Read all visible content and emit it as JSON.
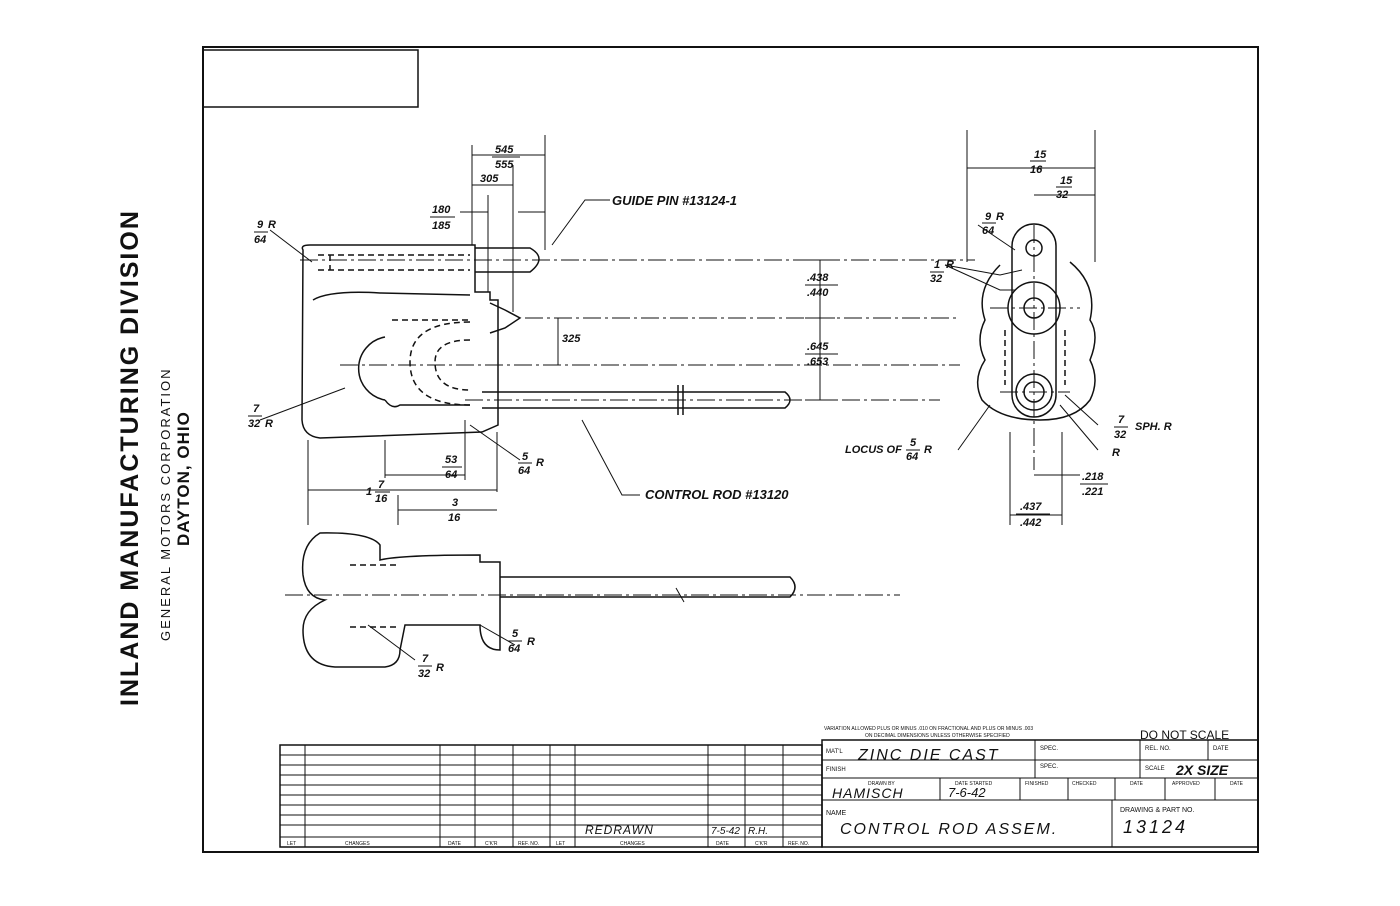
{
  "company": {
    "division": "INLAND MANUFACTURING DIVISION",
    "corporation": "GENERAL MOTORS CORPORATION",
    "city": "DAYTON, OHIO"
  },
  "labels": {
    "guide_pin": "GUIDE PIN #13124-1",
    "control_rod": "CONTROL ROD #13120",
    "locus": "LOCUS OF",
    "sph_r": "SPH. R",
    "r": "R"
  },
  "dimensions": {
    "d545": "545",
    "d555": "555",
    "d305": "305",
    "d180": "180",
    "d185": "185",
    "d9": "9",
    "d64": "64",
    "d7": "7",
    "d32": "32",
    "d5": "5",
    "d53": "53",
    "d1": "1",
    "d16": "16",
    "d3": "3",
    "d325": "325",
    "d438": ".438",
    "d440": ".440",
    "d645": ".645",
    "d653": ".653",
    "d15": "15",
    "d218": ".218",
    "d221": ".221",
    "d437": ".437",
    "d442": ".442",
    "R": "R"
  },
  "title_block": {
    "variation_note_1": "VARIATION ALLOWED PLUS OR MINUS .010 ON FRACTIONAL AND PLUS OR MINUS .003",
    "variation_note_2": "ON DECIMAL DIMENSIONS UNLESS OTHERWISE SPECIFIED",
    "do_not_scale": "DO NOT SCALE",
    "matl_label": "MAT'L",
    "matl_value": "ZINC DIE CAST",
    "spec_label": "SPEC.",
    "rel_no_label": "REL. NO.",
    "date_label": "DATE",
    "finish_label": "FINISH",
    "scale_label": "SCALE",
    "scale_value": "2X SIZE",
    "drawn_by_label": "DRAWN BY",
    "drawn_by_value": "HAMISCH",
    "date_started_label": "DATE STARTED",
    "date_started_value": "7-6-42",
    "finished_label": "FINISHED",
    "checked_label": "CHECKED",
    "approved_label": "APPROVED",
    "name_label": "NAME",
    "name_value": "CONTROL ROD ASSEM.",
    "drawing_no_label": "DRAWING & PART NO.",
    "drawing_no_value": "13124"
  },
  "changes_block": {
    "headers": [
      "LET",
      "CHANGES",
      "DATE",
      "C'K'R",
      "REF. NO.",
      "LET",
      "CHANGES",
      "DATE",
      "C'K'R",
      "REF. NO."
    ],
    "entry_text": "REDRAWN",
    "entry_date": "7-5-42",
    "entry_ckr": "R.H."
  }
}
